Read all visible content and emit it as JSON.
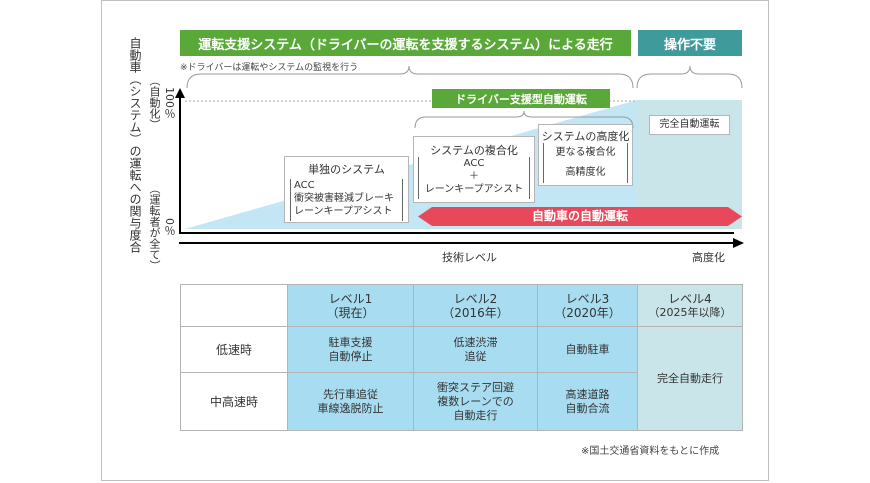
{
  "header": {
    "green_banner": "運転支援システム（ドライバーの運転を支援するシステム）による走行",
    "teal_banner": "操作不要",
    "note": "※ドライバーは運転やシステムの監視を行う"
  },
  "yaxis": {
    "label": "自動車（システム）の運転への関与度合",
    "top_pct": "100％",
    "top_note": "（自動化）",
    "bottom_pct": "0％",
    "bottom_note": "（運転者が全て）"
  },
  "xaxis": {
    "label": "技術レベル",
    "end_label": "高度化"
  },
  "diagram": {
    "driver_support_banner": "ドライバー支援型自動運転",
    "auto_arrow": "自動車の自動運転",
    "single": {
      "title": "単独のシステム",
      "items": [
        "ACC",
        "衝突被害軽減ブレーキ",
        "レーンキープアシスト"
      ]
    },
    "combined": {
      "title": "システムの複合化",
      "items": [
        "ACC",
        "＋",
        "レーンキープアシスト"
      ]
    },
    "advanced": {
      "title": "システムの高度化",
      "items": [
        "更なる複合化",
        "高精度化"
      ]
    },
    "full_auto": "完全自動運転"
  },
  "table": {
    "levels": [
      {
        "name": "レベル1",
        "period": "（現在）"
      },
      {
        "name": "レベル2",
        "period": "（2016年）"
      },
      {
        "name": "レベル3",
        "period": "（2020年）"
      },
      {
        "name": "レベル4",
        "period": "（2025年以降）"
      }
    ],
    "rows": [
      {
        "label": "低速時",
        "cells": [
          [
            "駐車支援",
            "自動停止"
          ],
          [
            "低速渋滞",
            "追従"
          ],
          [
            "自動駐車"
          ]
        ]
      },
      {
        "label": "中高速時",
        "cells": [
          [
            "先行車追従",
            "車線逸脱防止"
          ],
          [
            "衝突ステア回避",
            "複数レーンでの",
            "自動走行"
          ],
          [
            "高速道路",
            "自動合流"
          ]
        ]
      }
    ],
    "level4_cell": "完全自動走行"
  },
  "source": "※国土交通省資料をもとに作成",
  "colors": {
    "green": "#5aa83a",
    "teal": "#3f9a9c",
    "red": "#e8495a",
    "light_blue": "#a8dcf0",
    "grey_teal": "#c9e5e9"
  }
}
